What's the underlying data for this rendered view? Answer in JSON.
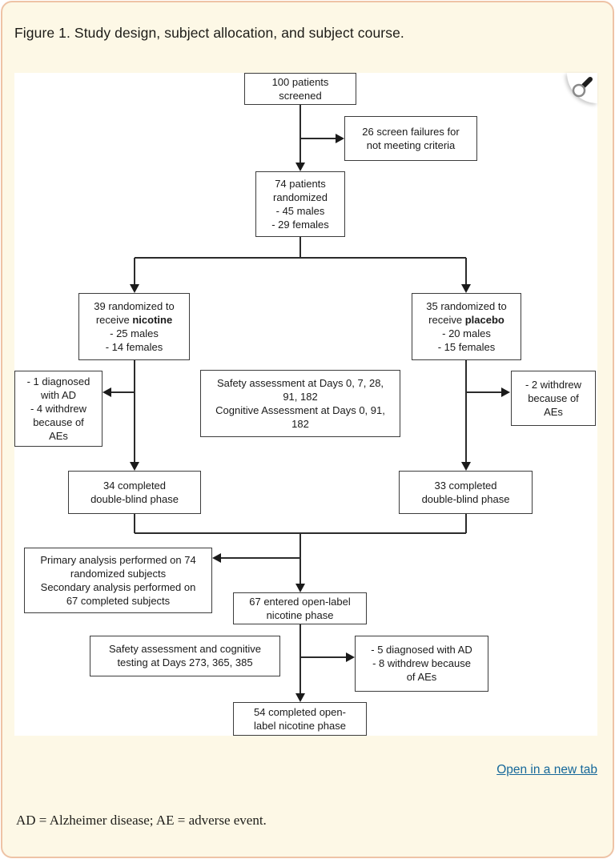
{
  "page": {
    "title": "Figure 1. Study design, subject allocation, and subject course.",
    "open_link": "Open in a new tab",
    "footnote": "AD = Alzheimer disease; AE = adverse event.",
    "colors": {
      "card_background": "#fdf8e6",
      "card_border": "#eec3a6",
      "diagram_background": "#ffffff",
      "box_border": "#3c3c3c",
      "link": "#16689a"
    },
    "icons": {
      "zoom": "magnifier-icon"
    }
  },
  "flowchart": {
    "boxes": {
      "screened": {
        "text": "100 patients\nscreened"
      },
      "screen_failures": {
        "text": "26 screen failures for\nnot meeting criteria"
      },
      "randomized": {
        "text": "74 patients\nrandomized\n- 45 males\n- 29 females"
      },
      "nicotine_arm": {
        "pre": "39 randomized to\nreceive ",
        "bold": "nicotine",
        "post": "\n- 25 males\n- 14 females"
      },
      "placebo_arm": {
        "pre": "35 randomized to\nreceive ",
        "bold": "placebo",
        "post": "\n- 20 males\n- 15 females"
      },
      "nicotine_dropout": {
        "text": "- 1 diagnosed\nwith AD\n- 4 withdrew\nbecause of\nAEs"
      },
      "safety_double_blind": {
        "text": "Safety assessment at Days 0, 7, 28,\n91, 182\nCognitive Assessment at Days 0, 91,\n182"
      },
      "placebo_dropout": {
        "text": "- 2 withdrew\nbecause of\nAEs"
      },
      "completed_nicotine": {
        "text": "34 completed\ndouble-blind phase"
      },
      "completed_placebo": {
        "text": "33 completed\ndouble-blind phase"
      },
      "analysis": {
        "text": "Primary analysis performed on 74\nrandomized subjects\nSecondary analysis performed on\n67 completed subjects"
      },
      "open_label": {
        "text": "67 entered open-label\nnicotine phase"
      },
      "safety_open_label": {
        "text": "Safety assessment and cognitive\ntesting at Days 273, 365, 385"
      },
      "open_label_dropout": {
        "text": "- 5 diagnosed with AD\n- 8 withdrew because\nof AEs"
      },
      "completed_open_label": {
        "text": "54 completed open-\nlabel nicotine phase"
      }
    }
  }
}
